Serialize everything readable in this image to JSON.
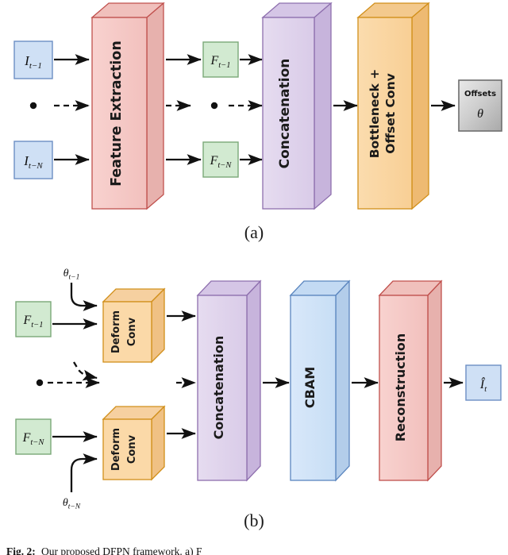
{
  "figure": {
    "caption_label": "Fig. 2:",
    "caption_text": "Our proposed DFPN framework. a) F",
    "panel_a_label": "(a)",
    "panel_b_label": "(b)"
  },
  "panel_a": {
    "inputs": [
      {
        "name": "input-frame-t-1",
        "label": "I",
        "sub": "t−1"
      },
      {
        "name": "input-frame-t-N",
        "label": "I",
        "sub": "t−N"
      }
    ],
    "features": [
      {
        "name": "feature-t-1",
        "label": "F",
        "sub": "t−1"
      },
      {
        "name": "feature-t-N",
        "label": "F",
        "sub": "t−N"
      }
    ],
    "blocks": [
      {
        "name": "feature-extraction-block",
        "label": "Feature Extraction",
        "color": "#f6c9c6"
      },
      {
        "name": "concatenation-block",
        "label": "Concatenation",
        "color": "#e0d5ec"
      },
      {
        "name": "bottleneck-offset-conv-block",
        "label": "Bottleneck +\nOffset Conv",
        "line1": "Bottleneck +",
        "line2": "Offset Conv",
        "color": "#f9d5a0"
      }
    ],
    "output": {
      "name": "offsets-output",
      "title": "Offsets",
      "symbol": "θ",
      "color": "#c9c9c9"
    },
    "ellipsis_marker": "•"
  },
  "panel_b": {
    "offset_inputs": [
      {
        "name": "offset-theta-t-1",
        "label": "θ",
        "sub": "t−1"
      },
      {
        "name": "offset-theta-t-N",
        "label": "θ",
        "sub": "t−N"
      }
    ],
    "features": [
      {
        "name": "feature-t-1",
        "label": "F",
        "sub": "t−1"
      },
      {
        "name": "feature-t-N",
        "label": "F",
        "sub": "t−N"
      }
    ],
    "deform_blocks": [
      {
        "name": "deform-conv-block-top",
        "line1": "Deform",
        "line2": "Conv",
        "color": "#fbd9a8"
      },
      {
        "name": "deform-conv-block-bottom",
        "line1": "Deform",
        "line2": "Conv",
        "color": "#fbd9a8"
      }
    ],
    "blocks": [
      {
        "name": "concatenation-block",
        "label": "Concatenation",
        "color": "#e0d5ec"
      },
      {
        "name": "cbam-block",
        "label": "CBAM",
        "color": "#cfe2f7"
      },
      {
        "name": "reconstruction-block",
        "label": "Reconstruction",
        "color": "#f6c9c6"
      }
    ],
    "output": {
      "name": "reconstructed-frame-output",
      "label": "Î",
      "sub": "t",
      "color": "#cfe0f5"
    },
    "ellipsis_marker": "•"
  },
  "colors": {
    "input_fill": "#cfe0f5",
    "input_stroke": "#6c8fc4",
    "feature_fill": "#d2ead1",
    "feature_stroke": "#7aa878",
    "red_fill": "#f6c9c6",
    "red_stroke": "#c0504d",
    "purple_fill": "#e0d5ec",
    "purple_stroke": "#8e6fae",
    "orange_fill": "#f9d5a0",
    "orange_stroke": "#d18f1a",
    "blue_fill": "#cfe2f7",
    "blue_stroke": "#5b86bf",
    "gray_fill": "#c9c9c9",
    "gray_stroke": "#6e6e6e",
    "arrow": "#111111"
  }
}
